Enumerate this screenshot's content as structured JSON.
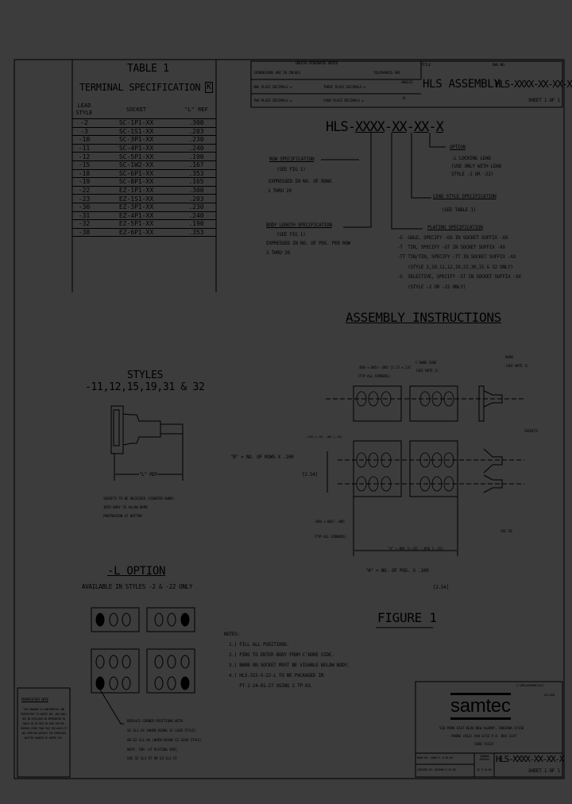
{
  "table1": {
    "title": "TABLE 1",
    "subtitle": "TERMINAL SPECIFICATION",
    "revision_mark": "K",
    "headers": [
      "LEAD STYLE",
      "SOCKET",
      "\"L\" REF"
    ],
    "rows": [
      [
        "-2",
        "SC-1P1-XX",
        ".300"
      ],
      [
        "-3",
        "SC-1S1-XX",
        ".203"
      ],
      [
        "-10",
        "SC-3P1-XX",
        ".230"
      ],
      [
        "-11",
        "SC-4P1-XX",
        ".240"
      ],
      [
        "-12",
        "SC-5P1-XX",
        ".190"
      ],
      [
        "-15",
        "SC-1W2-XX",
        ".167"
      ],
      [
        "-18",
        "SC-6P1-XX",
        ".353"
      ],
      [
        "-19",
        "SC-8P1-XX",
        ".165"
      ],
      [
        "-22",
        "EZ-1P1-XX",
        ".300"
      ],
      [
        "-23",
        "EZ-1S1-XX",
        ".203"
      ],
      [
        "-30",
        "EZ-3P1-XX",
        ".230"
      ],
      [
        "-31",
        "EZ-4P1-XX",
        ".240"
      ],
      [
        "-32",
        "EZ-5P1-XX",
        ".190"
      ],
      [
        "-38",
        "EZ-6P1-XX",
        ".353"
      ]
    ]
  },
  "title_block": {
    "unless_noted": "UNLESS OTHERWISE NOTED",
    "dimensions": "DIMENSIONS ARE IN INCHES",
    "tolerances": "TOLERANCES ARE",
    "one_place": "ONE PLACE DECIMALS ±",
    "two_place": "TWO PLACE DECIMALS ±",
    "three_place": "THREE PLACE DECIMALS ±",
    "four_place": "FOUR PLACE DECIMALS ±",
    "angles": "ANGLES",
    "angles_value": "±",
    "title_label": "TITLE",
    "title": "HLS ASSEMBLY",
    "dwg_label": "DWG NO.",
    "dwg_no": "HLS-XXXX-XX-XX-X",
    "sheet": "SHEET 1 OF 1"
  },
  "part_number": {
    "prefix": "HLS-",
    "body": "XXXX",
    "rows": "XX",
    "lead": "XX",
    "option": "X",
    "sep": "-"
  },
  "spec": {
    "option_title": "OPTION",
    "option_lines": [
      "-L LOCKING LEAD",
      "(USE ONLY WITH LEAD",
      "STYLE -2 OR -22)"
    ],
    "row_title": "ROW SPECIFICATION",
    "row_lines": [
      "(SEE FIG 1)",
      "EXPRESSED IN NO. OF ROWS",
      "1 THRU 20"
    ],
    "lead_title": "LEAD STYLE SPECIFICATION",
    "lead_lines": [
      "(SEE TABLE 1)"
    ],
    "body_title": "BODY LENGTH SPECIFICATION",
    "body_lines": [
      "(SEE FIG 1)",
      "EXPRESSED IN NO. OF POS. PER ROW",
      "1 THRU 20"
    ],
    "plating_title": "PLATING SPECIFICATION",
    "plating_lines": [
      "-G  GOLD, SPECIFY -GG IN SOCKET SUFFIX -XX",
      "-T  TIN, SPECIFY -GT IN SOCKET SUFFIX -XX",
      "-TT TIN/TIN, SPECIFY -TT IN SOCKET SUFFIX -XX",
      "    (STYLE 2,10,11,12,19,22,30,31 & 32 ONLY)",
      "-S  SELECTIVE, SPECIFY -ST IN SOCKET SUFFIX -XX",
      "    (STYLE -2 OR -22 ONLY)"
    ]
  },
  "assembly": {
    "title": "ASSEMBLY INSTRUCTIONS",
    "corner_dim": ".050 +.005/-.005 [1.27 ±.13]",
    "typ_corners": "(TYP ALL CORNERS)",
    "cbore": "C'BORE SIDE",
    "cbore_note": "(SEE NOTE 2)",
    "barb": "BARB",
    "barb_note": "(SEE NOTE 3)",
    "sockets": "SOCKETS",
    "hsc": "HSC-20",
    "b_tol": "+.076 [+.19] -.001 [-.03]",
    "b_formula": "\"B\" = NO. OF ROWS X .100",
    "b_metric": "[2.54]",
    "corner_dim2": ".050 +.005/-.005",
    "typ_corners2": "(TYP ALL CORNERS)",
    "a_dim": "\"A\" +.005 [+.13] -.010 [-.25]",
    "a_formula": "\"A\" = NO. OF POS. X .100",
    "a_metric": "[2.54]",
    "figure": "FIGURE 1"
  },
  "styles": {
    "title": "STYLES",
    "list": "-11,12,15,19,31 & 32",
    "l_ref": "\"L\" REF",
    "note_lines": [
      "SOCKETS TO BE RECESSED (COUNTER-SUNK)",
      "INTO BODY TO ALLOW BARB",
      "PROTRUSION AT BOTTOM"
    ]
  },
  "l_option": {
    "title": "-L OPTION",
    "subtitle": "AVAILABLE IN STYLES -2 & -22 ONLY",
    "replace_lines": [
      "REPLACE CORNER POSITIONS WITH",
      "SC-1L1-XX (WHEN USING SC LEAD STYLE)",
      "OR EZ-1L1-XX (WHEN USING EZ LEAD STYLE)",
      "NOTE: FOR -ST PLATING SPEC.",
      "USE SC-1L1-ST OR EZ-1L1-ST"
    ]
  },
  "notes": {
    "title": "NOTES:",
    "lines": [
      "1.) FILL ALL POSITIONS.",
      "2.) PINS TO ENTER BODY FROM C'BORE SIDE.",
      "3.) BARB ON SOCKET MUST BE VISABLE BELOW BODY.",
      "4.) HLS-315-X-22-L TO BE PACKAGED IN",
      "    PT-1-24-01-27 USING 2 TP-03."
    ]
  },
  "company": {
    "logo": "samtec",
    "file": "C:\\PRO\\ASSEMBLY\\HLS",
    "ref": "HLS-ASM",
    "address": "520 PARK EAST BLVD   NEW ALBANY, INDIANA 47150",
    "phone": "PHONE (812) 944-6733  P.O. BOX 1147",
    "code": "CODE 55322"
  },
  "proprietary": {
    "title": "PROPRIETARY NOTE",
    "text": "THIS DRAWING IS CONFIDENTIAL AND PROPRIETARY TO SAMTEC INC. AND SHALL NOT BE DISCLOSED OR REPRODUCED IN WHOLE OR IN PART OR USED FOR ANY PURPOSE OTHER THAN THAT FOR WHICH IT WAS SUPPLIED WITHOUT THE EXPRESSED WRITTEN CONSENT OF SAMTEC INC."
  },
  "bottom_block": {
    "made_by": "MADE BY: JOHN M. 5-30-85",
    "checked": "CHECKED BY: NATHAN 9-10-85",
    "drawing_label": "DRAWING APPROVAL",
    "approval": "JE  9-10-85",
    "dwg_no": "HLS-XXXX-XX-XX-X",
    "sheet": "SHEET 1 OF 1"
  }
}
